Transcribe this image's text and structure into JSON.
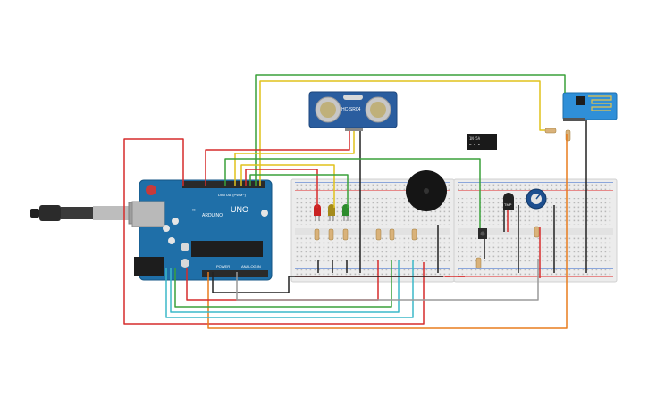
{
  "arduino": {
    "logo_text": "ARDUINO",
    "model_text": "UNO",
    "digital_label": "DIGITAL (PWM~)",
    "power_label": "POWER",
    "analog_label": "ANALOG IN"
  },
  "ultrasonic": {
    "model_text": "HC-SR04"
  },
  "relay": {
    "label": ""
  },
  "tmp_sensor": {
    "label": "TMP"
  },
  "colors": {
    "board": "#1f6fa8",
    "breadboard": "#ececec",
    "wire_red": "#d62c2c",
    "wire_green": "#3aa13a",
    "wire_yellow": "#e0c21c",
    "wire_orange": "#e87d1e",
    "wire_black": "#222222",
    "wire_cyan": "#3bb8c8",
    "wire_gray": "#9a9a9a",
    "sensor_blue": "#2a5d9f",
    "esp_blue": "#2f8fd8"
  },
  "icons": [
    "usb-cable-icon",
    "buzzer-icon",
    "potentiometer-icon",
    "pushbutton-icon",
    "led-icon",
    "resistor-icon"
  ]
}
